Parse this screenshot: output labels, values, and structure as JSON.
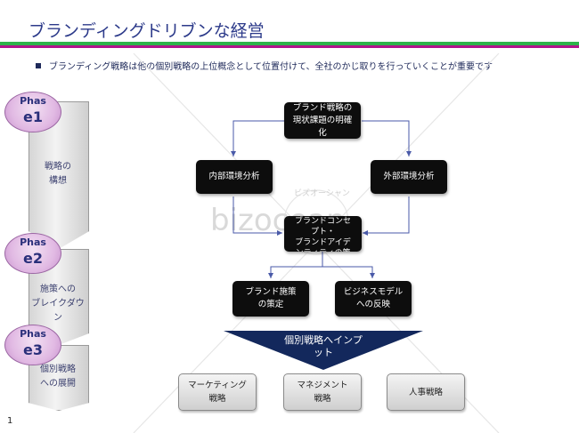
{
  "page": {
    "title": "ブランディングドリブンな経営",
    "bullet": "ブランディング戦略は他の個別戦略の上位概念として位置付けて、全社のかじ取りを行っていくことが重要です",
    "page_number": "1"
  },
  "phases": [
    {
      "badge_top": "Phas",
      "badge_num": "e1",
      "text": "戦略の\n構想"
    },
    {
      "badge_top": "Phas",
      "badge_num": "e2",
      "text": "施策への\nブレイクダウン"
    },
    {
      "badge_top": "Phas",
      "badge_num": "e3",
      "text": "個別戦略\nへの展開"
    }
  ],
  "diagram": {
    "top_box": "ブランド戦略の\n現状課題の明確\n化",
    "left_box": "内部環境分析",
    "right_box": "外部環境分析",
    "center_box": "ブランドコンセ\nプト・\nブランドアイデ\nンティティの策\n定",
    "policy_box": "ブランド施策\nの策定",
    "model_box": "ビジネスモデル\nへの反映",
    "impact_label": "個別戦略へインプ\nット",
    "bottom_boxes": [
      "マーケティング\n戦略",
      "マネジメント\n戦略",
      "人事戦略"
    ]
  },
  "watermark": {
    "text": "bizocean",
    "subtext": "ビズオーシャン"
  },
  "colors": {
    "title": "#2c3a8a",
    "rule_green": "#2db24a",
    "rule_purple": "#b0148c",
    "impact_arrow": "#13285c",
    "connector": "#4a5aa8"
  }
}
